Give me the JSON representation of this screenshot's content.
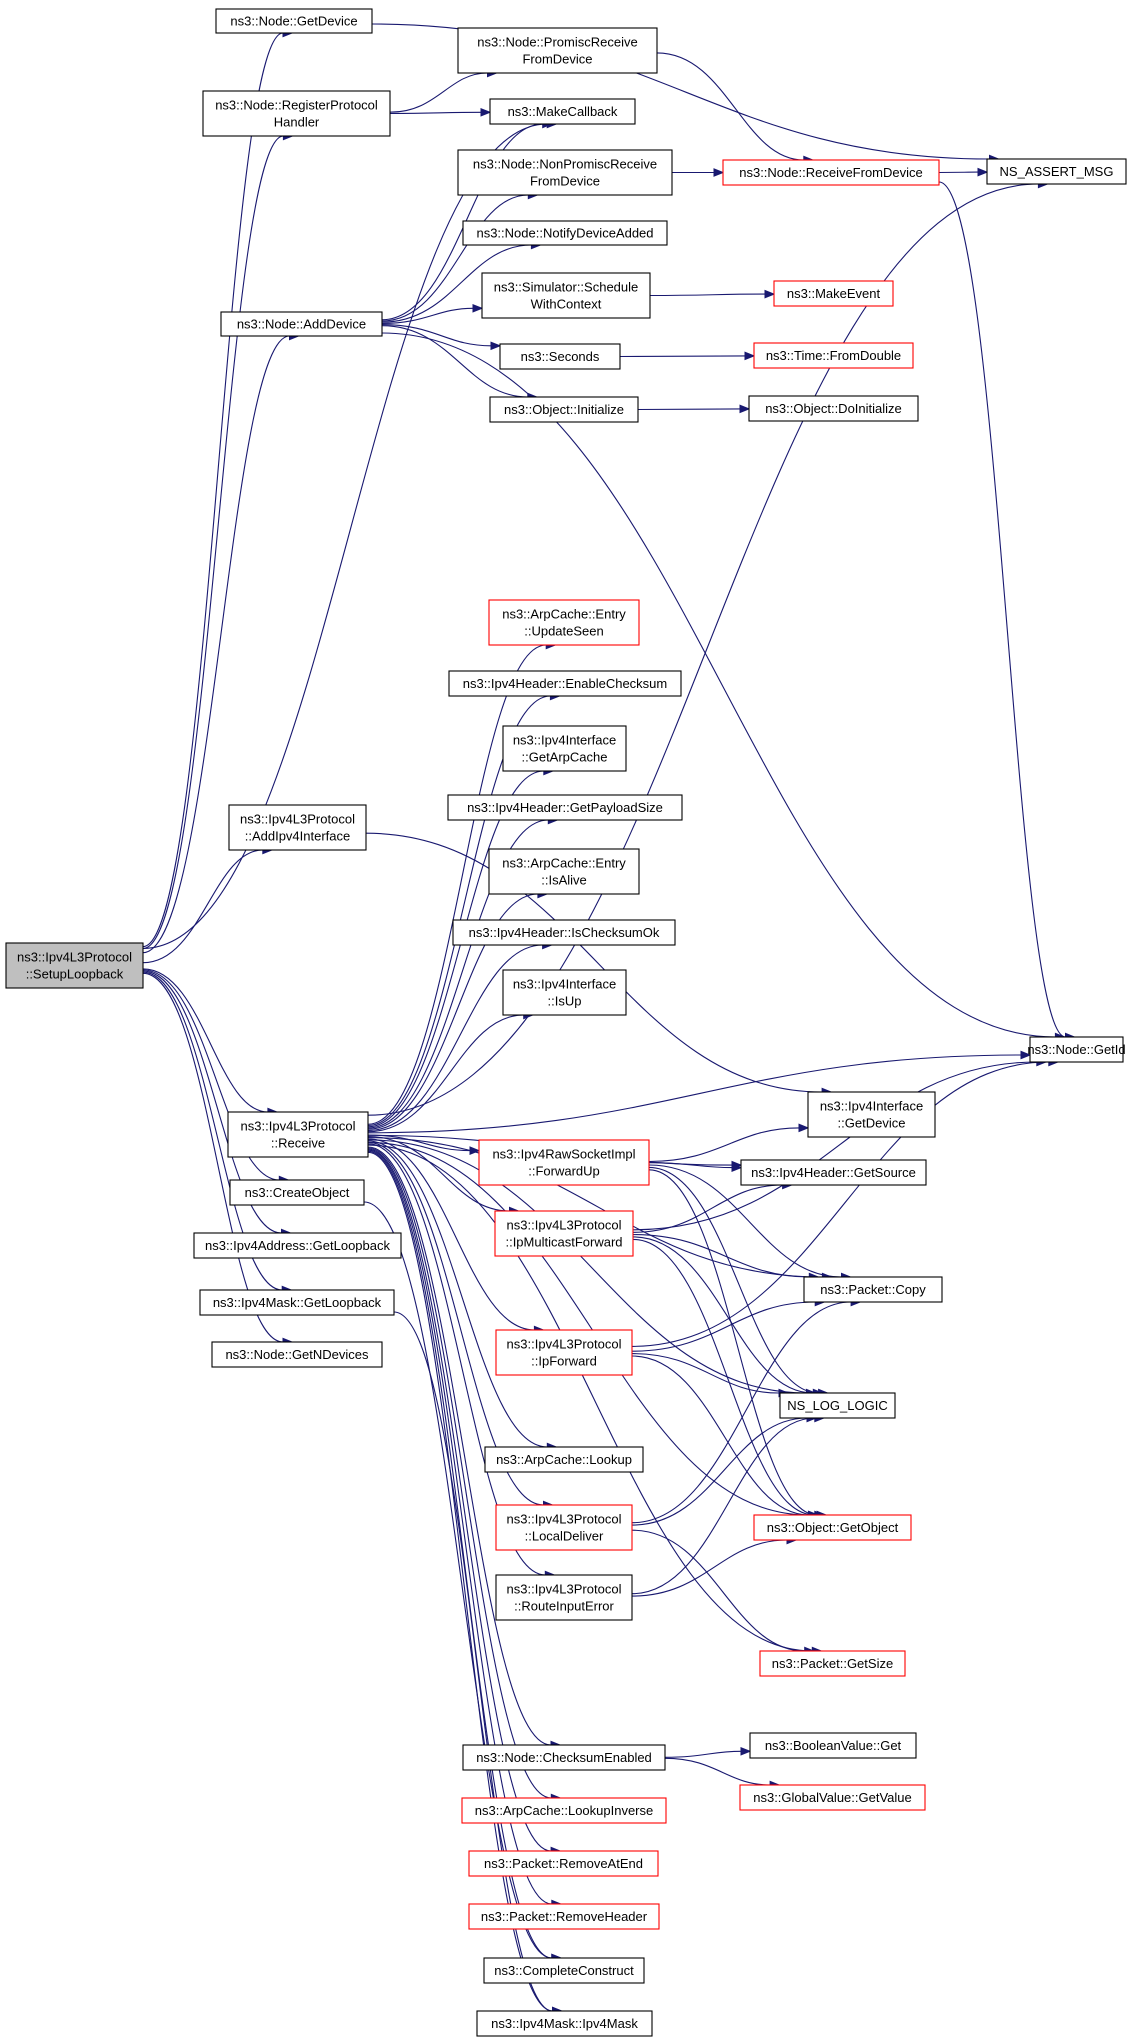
{
  "colors": {
    "edge": "#191970",
    "highlight_border": "#ff0000",
    "normal_border": "#000000",
    "root_fill": "#bfbfbf"
  },
  "nodes": [
    {
      "id": "setup",
      "lines": [
        "ns3::Ipv4L3Protocol",
        "::SetupLoopback"
      ],
      "root": true
    },
    {
      "id": "getdevice",
      "lines": [
        "ns3::Node::GetDevice"
      ]
    },
    {
      "id": "regproto",
      "lines": [
        "ns3::Node::RegisterProtocol",
        "Handler"
      ]
    },
    {
      "id": "promisc",
      "lines": [
        "ns3::Node::PromiscReceive",
        "FromDevice"
      ]
    },
    {
      "id": "makecb",
      "lines": [
        "ns3::MakeCallback"
      ]
    },
    {
      "id": "nonpromisc",
      "lines": [
        "ns3::Node::NonPromiscReceive",
        "FromDevice"
      ]
    },
    {
      "id": "recvfromdev",
      "lines": [
        "ns3::Node::ReceiveFromDevice"
      ],
      "red": true
    },
    {
      "id": "assert",
      "lines": [
        "NS_ASSERT_MSG"
      ]
    },
    {
      "id": "notifyadded",
      "lines": [
        "ns3::Node::NotifyDeviceAdded"
      ]
    },
    {
      "id": "adddevice",
      "lines": [
        "ns3::Node::AddDevice"
      ]
    },
    {
      "id": "schedctx",
      "lines": [
        "ns3::Simulator::Schedule",
        "WithContext"
      ]
    },
    {
      "id": "makeevent",
      "lines": [
        "ns3::MakeEvent"
      ],
      "red": true
    },
    {
      "id": "seconds",
      "lines": [
        "ns3::Seconds"
      ]
    },
    {
      "id": "fromdouble",
      "lines": [
        "ns3::Time::FromDouble"
      ],
      "red": true
    },
    {
      "id": "initialize",
      "lines": [
        "ns3::Object::Initialize"
      ]
    },
    {
      "id": "doinit",
      "lines": [
        "ns3::Object::DoInitialize"
      ]
    },
    {
      "id": "updateseen",
      "lines": [
        "ns3::ArpCache::Entry",
        "::UpdateSeen"
      ],
      "red": true
    },
    {
      "id": "enablechk",
      "lines": [
        "ns3::Ipv4Header::EnableChecksum"
      ]
    },
    {
      "id": "getarpcache",
      "lines": [
        "ns3::Ipv4Interface",
        "::GetArpCache"
      ]
    },
    {
      "id": "addipv4if",
      "lines": [
        "ns3::Ipv4L3Protocol",
        "::AddIpv4Interface"
      ]
    },
    {
      "id": "payloadsize",
      "lines": [
        "ns3::Ipv4Header::GetPayloadSize"
      ]
    },
    {
      "id": "isalive",
      "lines": [
        "ns3::ArpCache::Entry",
        "::IsAlive"
      ]
    },
    {
      "id": "ischkok",
      "lines": [
        "ns3::Ipv4Header::IsChecksumOk"
      ]
    },
    {
      "id": "isup",
      "lines": [
        "ns3::Ipv4Interface",
        "::IsUp"
      ]
    },
    {
      "id": "getid",
      "lines": [
        "ns3::Node::GetId"
      ]
    },
    {
      "id": "receive",
      "lines": [
        "ns3::Ipv4L3Protocol",
        "::Receive"
      ]
    },
    {
      "id": "ifgetdevice",
      "lines": [
        "ns3::Ipv4Interface",
        "::GetDevice"
      ]
    },
    {
      "id": "fwdup",
      "lines": [
        "ns3::Ipv4RawSocketImpl",
        "::ForwardUp"
      ],
      "red": true
    },
    {
      "id": "getsource",
      "lines": [
        "ns3::Ipv4Header::GetSource"
      ]
    },
    {
      "id": "createobj",
      "lines": [
        "ns3::CreateObject"
      ]
    },
    {
      "id": "mcastfwd",
      "lines": [
        "ns3::Ipv4L3Protocol",
        "::IpMulticastForward"
      ],
      "red": true
    },
    {
      "id": "addrloop",
      "lines": [
        "ns3::Ipv4Address::GetLoopback"
      ]
    },
    {
      "id": "pktcopy",
      "lines": [
        "ns3::Packet::Copy"
      ]
    },
    {
      "id": "maskloop",
      "lines": [
        "ns3::Ipv4Mask::GetLoopback"
      ]
    },
    {
      "id": "ipfwd",
      "lines": [
        "ns3::Ipv4L3Protocol",
        "::IpForward"
      ],
      "red": true
    },
    {
      "id": "getndev",
      "lines": [
        "ns3::Node::GetNDevices"
      ]
    },
    {
      "id": "loglogic",
      "lines": [
        "NS_LOG_LOGIC"
      ]
    },
    {
      "id": "arplookup",
      "lines": [
        "ns3::ArpCache::Lookup"
      ]
    },
    {
      "id": "localdeliver",
      "lines": [
        "ns3::Ipv4L3Protocol",
        "::LocalDeliver"
      ],
      "red": true
    },
    {
      "id": "getobject",
      "lines": [
        "ns3::Object::GetObject"
      ],
      "red": true
    },
    {
      "id": "routeerr",
      "lines": [
        "ns3::Ipv4L3Protocol",
        "::RouteInputError"
      ]
    },
    {
      "id": "getsize",
      "lines": [
        "ns3::Packet::GetSize"
      ],
      "red": true
    },
    {
      "id": "chkenabled",
      "lines": [
        "ns3::Node::ChecksumEnabled"
      ]
    },
    {
      "id": "boolget",
      "lines": [
        "ns3::BooleanValue::Get"
      ]
    },
    {
      "id": "globalget",
      "lines": [
        "ns3::GlobalValue::GetValue"
      ],
      "red": true
    },
    {
      "id": "lookupinv",
      "lines": [
        "ns3::ArpCache::LookupInverse"
      ],
      "red": true
    },
    {
      "id": "removeend",
      "lines": [
        "ns3::Packet::RemoveAtEnd"
      ],
      "red": true
    },
    {
      "id": "removehdr",
      "lines": [
        "ns3::Packet::RemoveHeader"
      ],
      "red": true
    },
    {
      "id": "completeconstruct",
      "lines": [
        "ns3::CompleteConstruct"
      ]
    },
    {
      "id": "maskctor",
      "lines": [
        "ns3::Ipv4Mask::Ipv4Mask"
      ]
    }
  ],
  "edges": [
    [
      "setup",
      "getdevice"
    ],
    [
      "setup",
      "regproto"
    ],
    [
      "setup",
      "makecb"
    ],
    [
      "setup",
      "adddevice"
    ],
    [
      "setup",
      "addipv4if"
    ],
    [
      "setup",
      "receive"
    ],
    [
      "setup",
      "createobj"
    ],
    [
      "setup",
      "addrloop"
    ],
    [
      "setup",
      "maskloop"
    ],
    [
      "setup",
      "getndev"
    ],
    [
      "getdevice",
      "assert"
    ],
    [
      "regproto",
      "promisc"
    ],
    [
      "regproto",
      "makecb"
    ],
    [
      "promisc",
      "recvfromdev"
    ],
    [
      "nonpromisc",
      "recvfromdev"
    ],
    [
      "recvfromdev",
      "assert"
    ],
    [
      "recvfromdev",
      "getid"
    ],
    [
      "adddevice",
      "makecb"
    ],
    [
      "adddevice",
      "nonpromisc"
    ],
    [
      "adddevice",
      "notifyadded"
    ],
    [
      "adddevice",
      "schedctx"
    ],
    [
      "adddevice",
      "seconds"
    ],
    [
      "adddevice",
      "initialize"
    ],
    [
      "adddevice",
      "getid"
    ],
    [
      "schedctx",
      "makeevent"
    ],
    [
      "seconds",
      "fromdouble"
    ],
    [
      "initialize",
      "doinit"
    ],
    [
      "addipv4if",
      "ifgetdevice"
    ],
    [
      "receive",
      "assert"
    ],
    [
      "receive",
      "updateseen"
    ],
    [
      "receive",
      "enablechk"
    ],
    [
      "receive",
      "getarpcache"
    ],
    [
      "receive",
      "payloadsize"
    ],
    [
      "receive",
      "isalive"
    ],
    [
      "receive",
      "ischkok"
    ],
    [
      "receive",
      "isup"
    ],
    [
      "receive",
      "getid"
    ],
    [
      "receive",
      "getsource"
    ],
    [
      "receive",
      "fwdup"
    ],
    [
      "receive",
      "mcastfwd"
    ],
    [
      "receive",
      "pktcopy"
    ],
    [
      "receive",
      "ipfwd"
    ],
    [
      "receive",
      "loglogic"
    ],
    [
      "receive",
      "arplookup"
    ],
    [
      "receive",
      "localdeliver"
    ],
    [
      "receive",
      "routeerr"
    ],
    [
      "receive",
      "getobject"
    ],
    [
      "receive",
      "getsize"
    ],
    [
      "receive",
      "chkenabled"
    ],
    [
      "receive",
      "lookupinv"
    ],
    [
      "receive",
      "removeend"
    ],
    [
      "receive",
      "removehdr"
    ],
    [
      "receive",
      "completeconstruct"
    ],
    [
      "receive",
      "maskctor"
    ],
    [
      "fwdup",
      "ifgetdevice"
    ],
    [
      "fwdup",
      "getsource"
    ],
    [
      "fwdup",
      "pktcopy"
    ],
    [
      "fwdup",
      "loglogic"
    ],
    [
      "fwdup",
      "getobject"
    ],
    [
      "mcastfwd",
      "getsource"
    ],
    [
      "mcastfwd",
      "getid"
    ],
    [
      "mcastfwd",
      "pktcopy"
    ],
    [
      "mcastfwd",
      "loglogic"
    ],
    [
      "mcastfwd",
      "getobject"
    ],
    [
      "ipfwd",
      "pktcopy"
    ],
    [
      "ipfwd",
      "getid"
    ],
    [
      "ipfwd",
      "loglogic"
    ],
    [
      "ipfwd",
      "getobject"
    ],
    [
      "localdeliver",
      "pktcopy"
    ],
    [
      "localdeliver",
      "loglogic"
    ],
    [
      "localdeliver",
      "getsize"
    ],
    [
      "routeerr",
      "loglogic"
    ],
    [
      "routeerr",
      "getobject"
    ],
    [
      "chkenabled",
      "boolget"
    ],
    [
      "chkenabled",
      "globalget"
    ],
    [
      "createobj",
      "completeconstruct"
    ],
    [
      "maskloop",
      "maskctor"
    ]
  ]
}
